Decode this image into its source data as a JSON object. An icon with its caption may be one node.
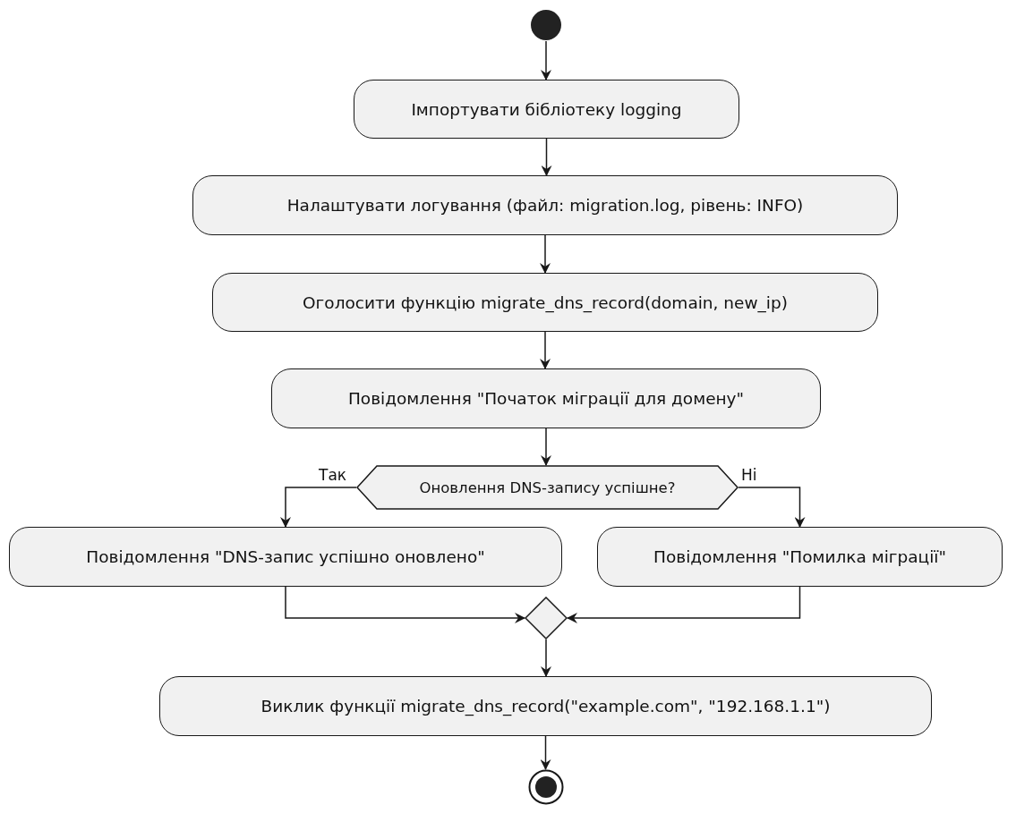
{
  "diagram": {
    "nodes": [
      {
        "text": [],
        "shape": "circle"
      },
      {
        "text": [
          "Імпортувати бібліотеку logging"
        ]
      },
      {
        "text": [
          "Налаштувати логування (файл: migration.log, рівень: INFO)"
        ]
      },
      {
        "text": [
          "Оголосити функцію migrate_dns_record(domain, new_ip)"
        ]
      },
      {
        "text": [
          "Повідомлення \"Початок міграції для домену\""
        ]
      },
      {
        "text": [
          "Оновлення DNS-запису успішне?"
        ]
      },
      {
        "text": [
          "Повідомлення \"DNS-запис успішно оновлено\""
        ]
      },
      {
        "text": [
          "Повідомлення \"Помилка міграції\""
        ]
      },
      {
        "text": [],
        "shape": "diamond"
      },
      {
        "text": [
          "Виклик функції migrate_dns_record(\"example.com\", \"192.168.1.1\")"
        ]
      },
      {
        "text": [],
        "shape": "bullseye"
      }
    ],
    "edges": [
      {
        "from": 0,
        "to": 1,
        "arrow": "to"
      },
      {
        "from": 1,
        "to": 2,
        "arrow": "to"
      },
      {
        "from": 2,
        "to": 3,
        "arrow": "to"
      },
      {
        "from": 3,
        "to": 4,
        "arrow": "to"
      },
      {
        "from": 4,
        "to": 5,
        "arrow": "to"
      },
      {
        "from": 5,
        "to": 6,
        "arrow": "to",
        "label": "Так"
      },
      {
        "from": 5,
        "to": 7,
        "arrow": "to",
        "label": "Ні"
      },
      {
        "from": 6,
        "to": 8,
        "arrow": "to"
      },
      {
        "from": 7,
        "to": 8,
        "arrow": "to"
      },
      {
        "from": 8,
        "to": 9,
        "arrow": "to"
      },
      {
        "from": 9,
        "to": 10,
        "arrow": "to"
      }
    ]
  }
}
